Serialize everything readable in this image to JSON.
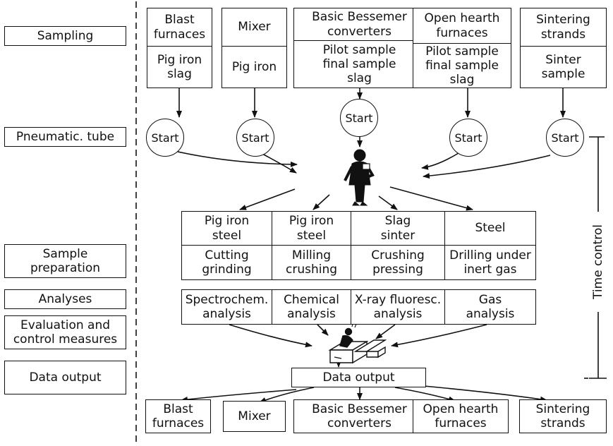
{
  "stages": [
    "Sampling",
    "Pneumatic. tube",
    "Sample\npreparation",
    "Analyses",
    "Evaluation and\ncontrol measures",
    "Data output"
  ],
  "sources": [
    {
      "name": "Blast\nfurnaces",
      "sample": "Pig iron\nslag"
    },
    {
      "name": "Mixer",
      "sample": "Pig iron"
    },
    {
      "name": "Basic Bessemer\nconverters",
      "sample": "Pilot sample\nfinal sample\nslag"
    },
    {
      "name": "Open hearth\nfurnaces",
      "sample": "Pilot sample\nfinal sample\nslag"
    },
    {
      "name": "Sintering\nstrands",
      "sample": "Sinter\nsample"
    }
  ],
  "start_label": "Start",
  "prep": [
    {
      "material": "Pig iron\nsteel",
      "method": "Cutting\ngrinding",
      "analysis": "Spectrochem.\nanalysis"
    },
    {
      "material": "Pig iron\nsteel",
      "method": "Milling\ncrushing",
      "analysis": "Chemical\nanalysis"
    },
    {
      "material": "Slag\nsinter",
      "method": "Crushing\npressing",
      "analysis": "X-ray fluoresc.\nanalysis"
    },
    {
      "material": "Steel",
      "method": "Drilling under\ninert gas",
      "analysis": "Gas\nanalysis"
    }
  ],
  "data_output": "Data output",
  "destinations": [
    "Blast\nfurnaces",
    "Mixer",
    "Basic Bessemer\nconverters",
    "Open hearth\nfurnaces",
    "Sintering\nstrands"
  ],
  "time_control": "Time control"
}
